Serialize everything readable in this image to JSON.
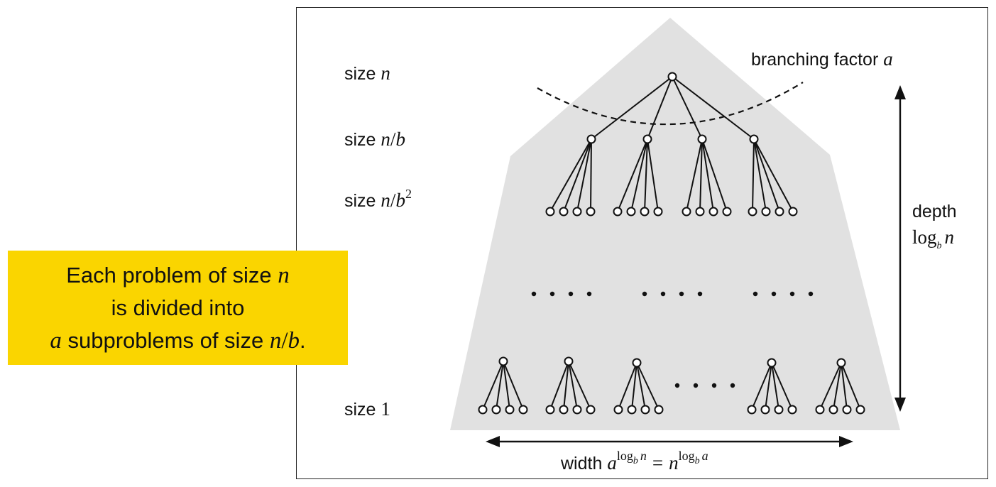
{
  "level_labels": {
    "prefix": "size",
    "n": "n",
    "nb_num": "n",
    "nb_slash": "/",
    "nb_den": "b",
    "nb2_num": "n",
    "nb2_slash": "/",
    "nb2_den": "b",
    "nb2_exp": "2",
    "one": "1"
  },
  "branching": {
    "text": "branching factor",
    "var": "a"
  },
  "depth": {
    "text": "depth",
    "log": "log",
    "base": "b",
    "arg": "n"
  },
  "width": {
    "text": "width",
    "a": "a",
    "log1": "log",
    "base1": "b",
    "arg1": "n",
    "eq": "=",
    "n": "n",
    "log2": "log",
    "base2": "b",
    "arg2": "a"
  },
  "callout": {
    "l1_text": "Each problem of size",
    "l1_var": "n",
    "l2_text": "is divided into",
    "l3_var": "a",
    "l3_text": "subproblems of size",
    "l3_num": "n",
    "l3_slash": "/",
    "l3_den": "b",
    "l3_end": "."
  },
  "colors": {
    "callout_bg": "#fad500",
    "cone_fill": "#e1e1e1",
    "ink": "#111111"
  }
}
